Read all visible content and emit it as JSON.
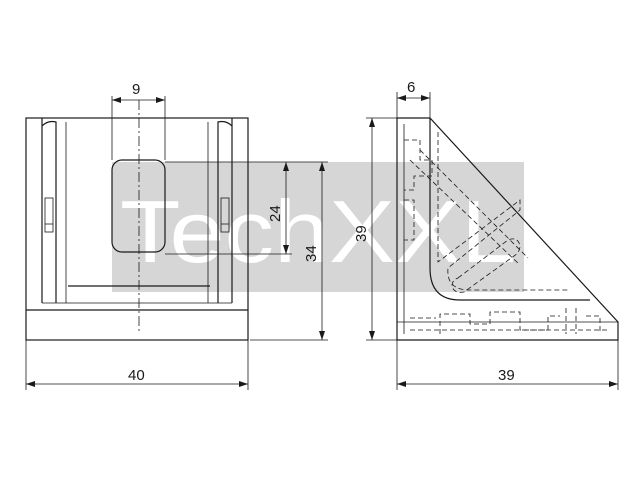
{
  "watermark": {
    "text": "TechXXL",
    "fill_color": "#cfcfcf"
  },
  "dimensions": {
    "front_top_width": "9",
    "front_bottom_width": "40",
    "front_slot_height": "24",
    "front_total_height": "34",
    "side_top_width": "6",
    "side_height": "39",
    "side_bottom_width": "39"
  },
  "colors": {
    "line": "#1a1a1a",
    "background": "#ffffff"
  }
}
